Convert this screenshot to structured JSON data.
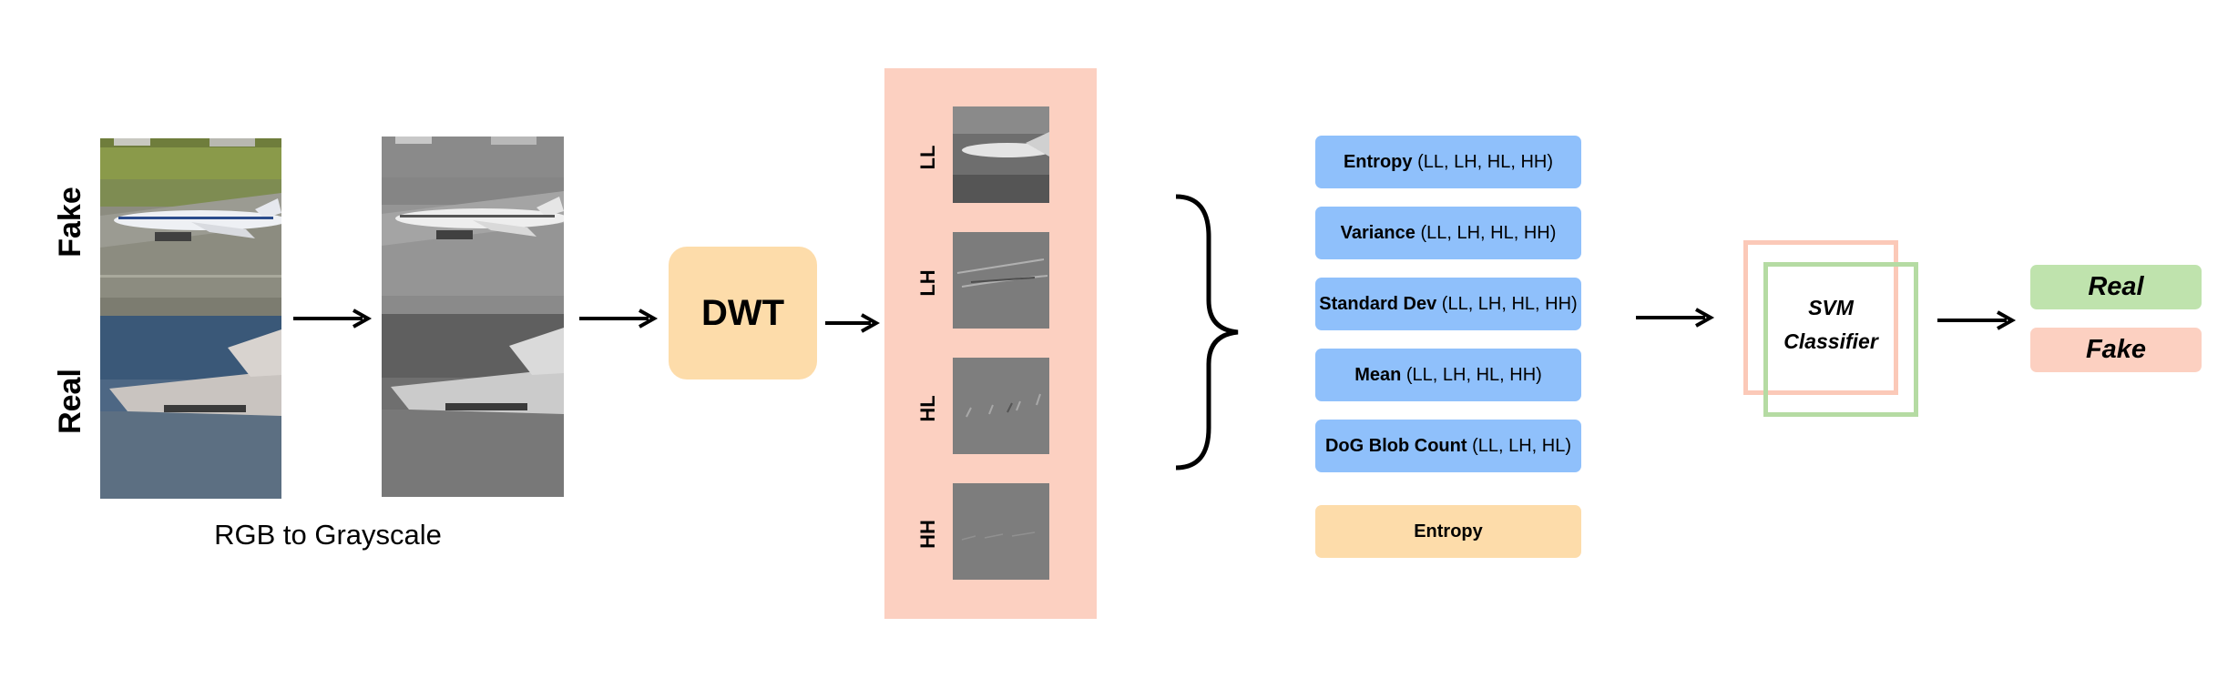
{
  "input": {
    "fake_label": "Fake",
    "real_label": "Real"
  },
  "grayscale": {
    "caption": "RGB to Grayscale"
  },
  "dwt": {
    "label": "DWT",
    "subbands": [
      "LL",
      "LH",
      "HL",
      "HH"
    ]
  },
  "features": [
    {
      "name": "Entropy",
      "args": "(LL, LH, HL, HH)",
      "color": "#8fc0fb"
    },
    {
      "name": "Variance",
      "args": "(LL, LH, HL, HH)",
      "color": "#8fc0fb"
    },
    {
      "name": "Standard Dev",
      "args": "(LL, LH, HL, HH)",
      "color": "#8fc0fb"
    },
    {
      "name": "Mean",
      "args": "(LL, LH, HL, HH)",
      "color": "#8fc0fb"
    },
    {
      "name": "DoG Blob Count",
      "args": "(LL, LH, HL)",
      "color": "#8fc0fb"
    },
    {
      "name": "Entropy",
      "args": "",
      "color": "#fddcaa"
    }
  ],
  "classifier": {
    "line1": "SVM",
    "line2": "Classifier",
    "frame_colors": [
      "#fbc9b8",
      "#b5dba3"
    ]
  },
  "outputs": {
    "real": {
      "label": "Real",
      "color": "#bfe3ad"
    },
    "fake": {
      "label": "Fake",
      "color": "#fcd0c1"
    }
  },
  "colors": {
    "arrow": "#000000",
    "dwt_box": "#fddcaa",
    "subband_panel": "#fcd0c1"
  }
}
